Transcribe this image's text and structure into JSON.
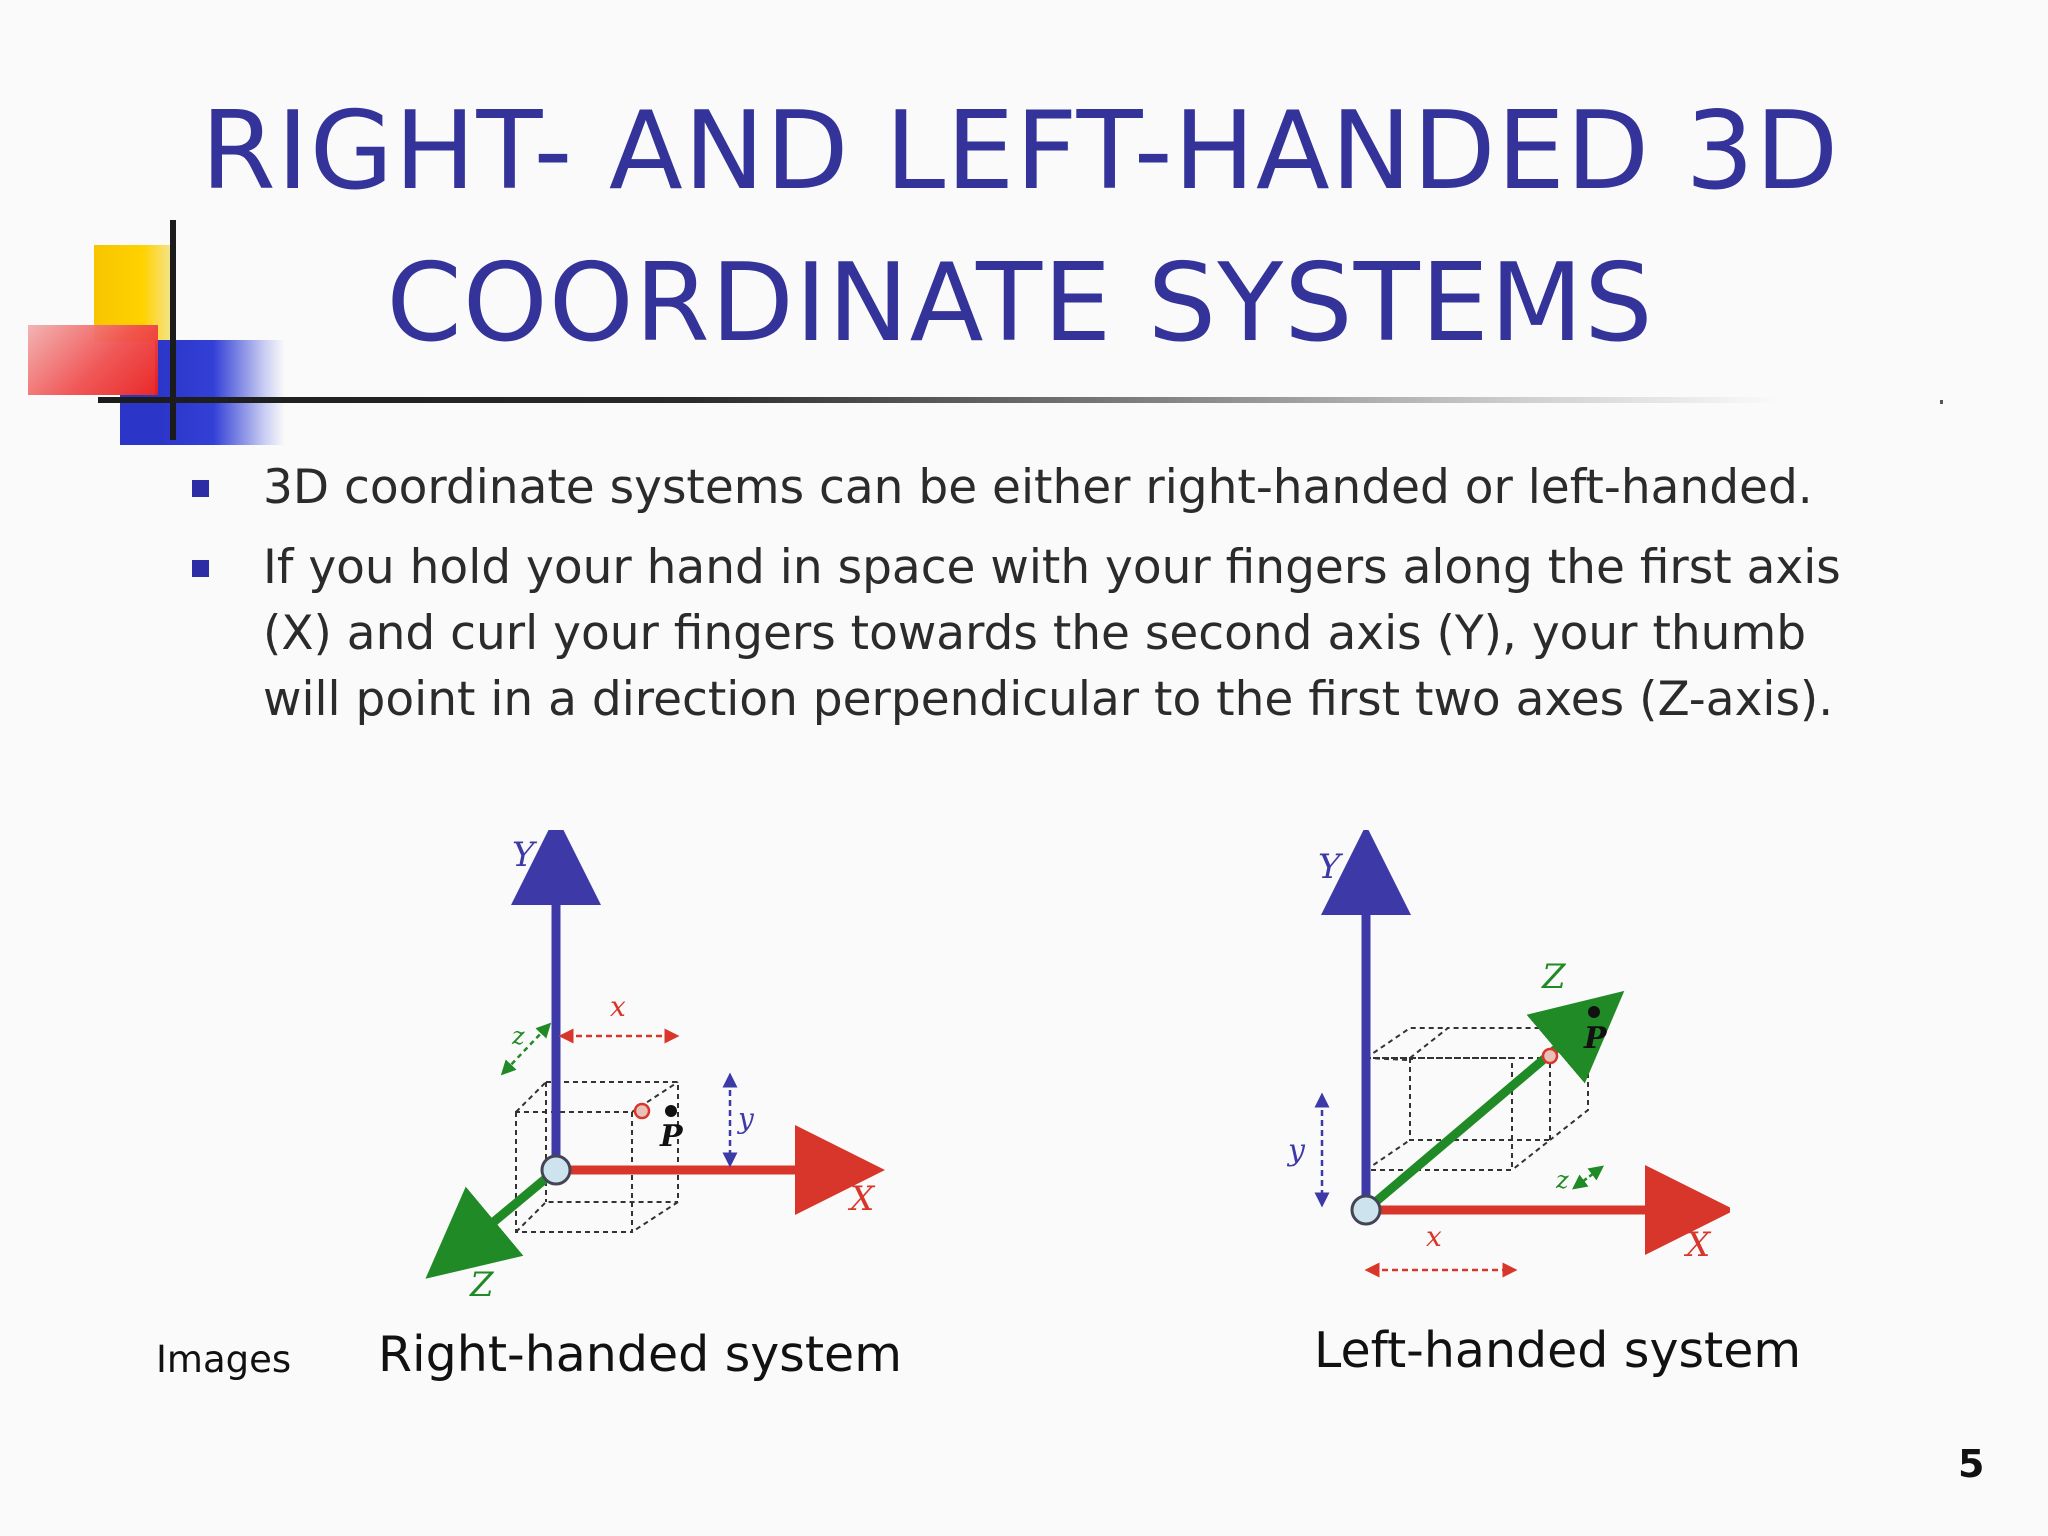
{
  "title": {
    "line1": "RIGHT- AND LEFT-HANDED 3D",
    "line2": "COORDINATE SYSTEMS"
  },
  "bullets": [
    "3D coordinate systems can be either right-handed or left-handed.",
    "If you hold your hand in space with your fingers along the first axis (X) and curl your fingers towards the second axis (Y), your thumb will point in a direction perpendicular to the first two axes (Z-axis)."
  ],
  "diagrams": {
    "right": {
      "caption": "Right-handed system",
      "labels": {
        "axis_y": "Y",
        "axis_x": "X",
        "axis_z": "Z",
        "dim_x": "x",
        "dim_y": "y",
        "dim_z": "z",
        "point": "P"
      }
    },
    "left": {
      "caption": "Left-handed system",
      "labels": {
        "axis_y": "Y",
        "axis_x": "X",
        "axis_z": "Z",
        "dim_x": "x",
        "dim_y": "y",
        "dim_z": "z",
        "point": "P"
      }
    }
  },
  "images_label": "Images",
  "page_number": "5",
  "colors": {
    "title": "#33339a",
    "bullet": "#2d2da6",
    "axis_y": "#3d3aa8",
    "axis_x": "#d9362b",
    "axis_z": "#1f8a26",
    "origin": "#cde3ee"
  }
}
